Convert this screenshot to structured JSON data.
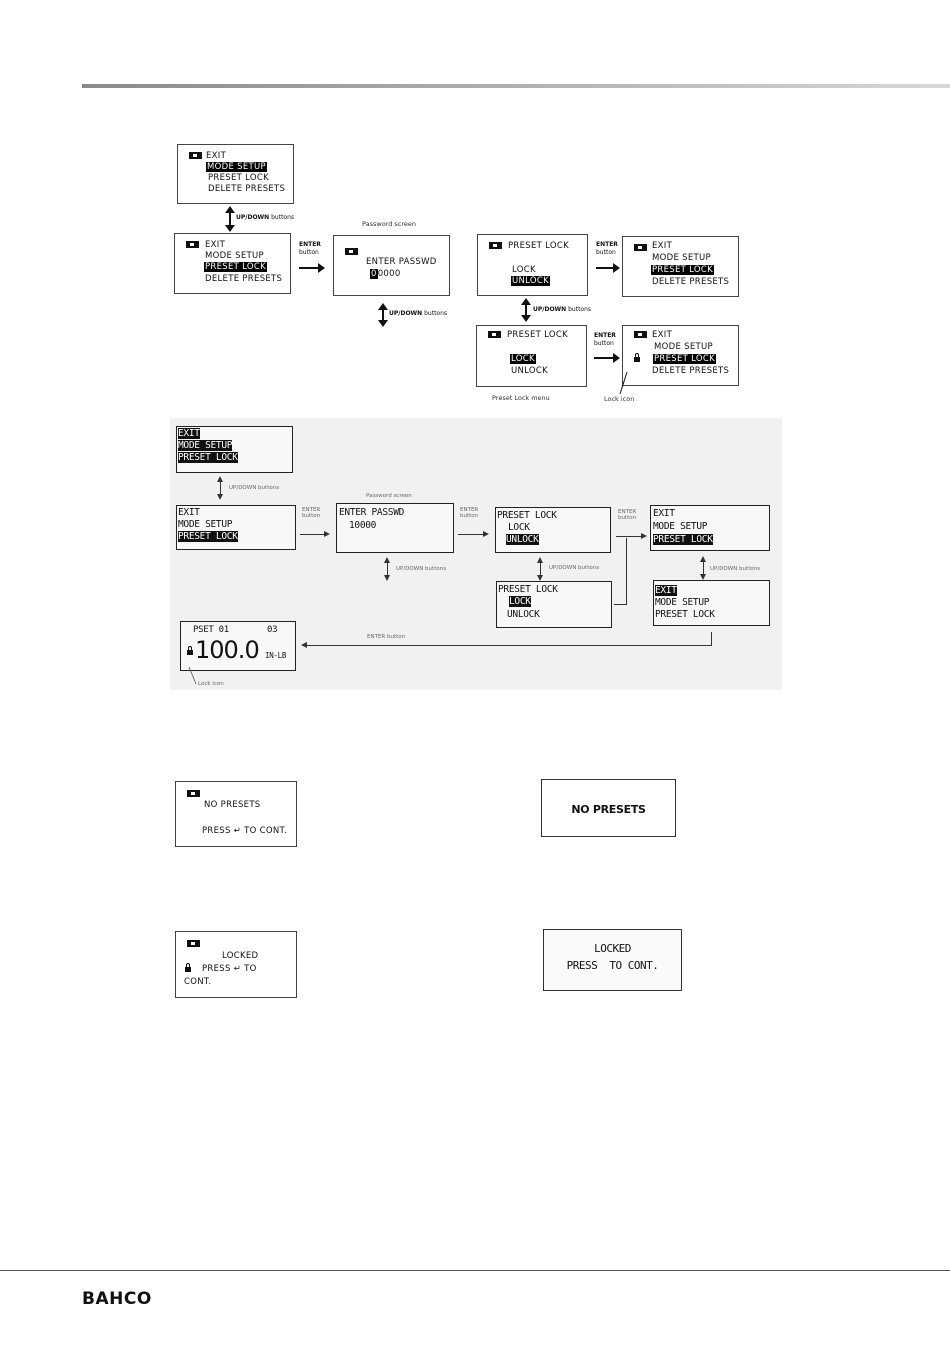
{
  "brand": "BAHCO",
  "diagram1": {
    "s1": {
      "l1": "EXIT",
      "l2": "MODE SETUP",
      "l3": "PRESET LOCK",
      "l4": "DELETE PRESETS"
    },
    "s2": {
      "l1": "EXIT",
      "l2": "MODE SETUP",
      "l3": "PRESET LOCK",
      "l4": "DELETE PRESETS"
    },
    "s3": {
      "title": "Password screen",
      "l1": "ENTER PASSWD",
      "l2_first": "0",
      "l2_rest": "0000"
    },
    "s4": {
      "l1": "PRESET LOCK",
      "l2": "LOCK",
      "l3": "UNLOCK"
    },
    "s5": {
      "l1": "EXIT",
      "l2": "MODE SETUP",
      "l3": "PRESET LOCK",
      "l4": "DELETE PRESETS"
    },
    "s6": {
      "l1": "PRESET LOCK",
      "l2": "LOCK",
      "l3": "UNLOCK",
      "caption": "Preset Lock menu"
    },
    "s7": {
      "l1": "EXIT",
      "l2": "MODE SETUP",
      "l3": "PRESET LOCK",
      "l4": "DELETE PRESETS",
      "caption": "Lock icon"
    },
    "updown_label": "UP/DOWN",
    "buttons_label": "buttons",
    "enter_label": "ENTER",
    "button_label": "button"
  },
  "diagram2": {
    "g1": {
      "l1": "EXIT",
      "l2": "MODE SETUP",
      "l3": "PRESET LOCK"
    },
    "g2": {
      "l1": "EXIT",
      "l2": "MODE SETUP",
      "l3": "PRESET LOCK"
    },
    "g3": {
      "title": "Password screen",
      "l1": "ENTER PASSWD",
      "l2": "10000"
    },
    "g4": {
      "l1": "PRESET LOCK",
      "l2": "LOCK",
      "l3": "UNLOCK"
    },
    "g5": {
      "l1": "EXIT",
      "l2": "MODE SETUP",
      "l3": "PRESET LOCK"
    },
    "g6": {
      "l1": "PRESET LOCK",
      "l2": "LOCK",
      "l3": "UNLOCK"
    },
    "g7": {
      "l1": "EXIT",
      "l2": "MODE SETUP",
      "l3": "PRESET LOCK"
    },
    "g8": {
      "pset": "PSET 01",
      "num": "03",
      "value": "100.0",
      "unit": "IN-LB",
      "caption": "Lock icon"
    },
    "updown": "UP/DOWN buttons",
    "enter_btn": "ENTER button",
    "enter": "ENTER",
    "button": "button"
  },
  "nopresets": {
    "left": {
      "l1": "NO PRESETS",
      "l2": "PRESS ↵ TO CONT."
    },
    "right": {
      "l1": "NO PRESETS"
    }
  },
  "locked": {
    "left": {
      "l1": "LOCKED",
      "l2": "PRESS ↵ TO",
      "l3": "CONT."
    },
    "right": {
      "l1": "LOCKED",
      "l2": "PRESS  TO CONT."
    }
  }
}
